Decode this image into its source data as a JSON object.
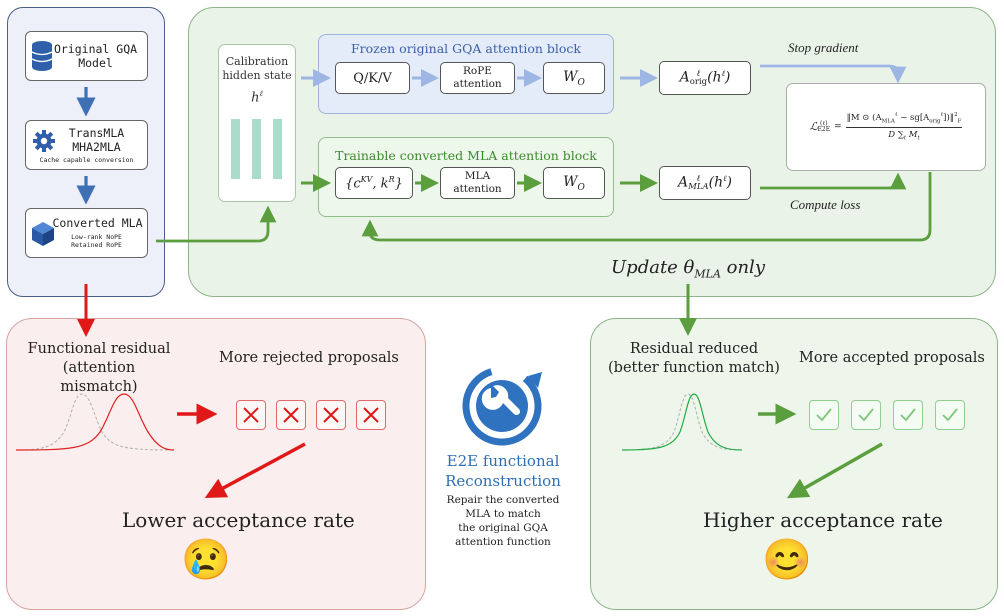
{
  "models": {
    "original": {
      "title_l1": "Original GQA",
      "title_l2": "Model",
      "icon": "database-icon"
    },
    "transmla": {
      "title_l1": "TransMLA",
      "title_l2": "MHA2MLA",
      "sub": "Cache capable conversion",
      "icon": "gear-icon"
    },
    "converted": {
      "title": "Converted MLA",
      "sub_l1": "Low-rank NoPE",
      "sub_l2": "Retained RoPE",
      "icon": "cube-icon"
    }
  },
  "calibration": {
    "label_l1": "Calibration",
    "label_l2": "hidden state",
    "symbol": "h",
    "sup": "ℓ"
  },
  "frozen_block": {
    "title": "Frozen original GQA attention block",
    "qkv": "Q/K/V",
    "rope_l1": "RoPE",
    "rope_l2": "attention",
    "wo": "W",
    "wo_sub": "O",
    "output": {
      "sym": "A",
      "sup": "ℓ",
      "sub": "orig",
      "arg": "(h",
      "arg_sup": "ℓ",
      "arg_end": ")"
    }
  },
  "trainable_block": {
    "title": "Trainable converted MLA attention block",
    "ckv": "{c",
    "ckv_sup": "KV",
    "kr": ", k",
    "kr_sup": "R",
    "ckv_end": "}",
    "mla_l1": "MLA",
    "mla_l2": "attention",
    "wo": "W",
    "wo_sub": "O",
    "output": {
      "sym": "A",
      "sup": "ℓ",
      "sub": "MLA",
      "arg": "(h",
      "arg_sup": "ℓ",
      "arg_end": ")"
    }
  },
  "labels": {
    "stop_gradient": "Stop gradient",
    "compute_loss": "Compute loss",
    "update": "Update θ",
    "update_sub": "MLA",
    "update_end": " only"
  },
  "loss": {
    "lhs": "ℒ",
    "lhs_sup": "(ℓ)",
    "lhs_sub": "E2E",
    "numerator": "‖M ⊙ (A",
    "num_sub1": "MLA",
    "num_sup1": "ℓ",
    "num_mid": " − sg[A",
    "num_sub2": "orig",
    "num_sup2": "ℓ",
    "num_end": "])‖",
    "num_pow": "2",
    "num_norm": "F",
    "denominator": "D ∑",
    "den_sub": "t",
    "den_end": " M",
    "den_sub2": "t"
  },
  "left_bottom": {
    "head_l1": "Functional residual",
    "head_l2": "(attention mismatch)",
    "proposals": "More rejected proposals",
    "result": "Lower acceptance rate",
    "emoji": "😢"
  },
  "center": {
    "icon": "wrench-refresh-icon",
    "title_l1": "E2E functional",
    "title_l2": "Reconstruction",
    "desc_l1": "Repair the converted",
    "desc_l2": "MLA to match",
    "desc_l3": "the original GQA",
    "desc_l4": "attention function"
  },
  "right_bottom": {
    "head_l1": "Residual reduced",
    "head_l2": "(better function match)",
    "proposals": "More accepted proposals",
    "result": "Higher acceptance rate",
    "emoji": "😊"
  },
  "colors": {
    "blue_arrow": "#3f6fb5",
    "light_blue_arrow": "#9db6e3",
    "green_arrow": "#5a9e3e",
    "red_arrow": "#e01818",
    "red_curve": "#e02020",
    "green_curve": "#22aa44"
  }
}
